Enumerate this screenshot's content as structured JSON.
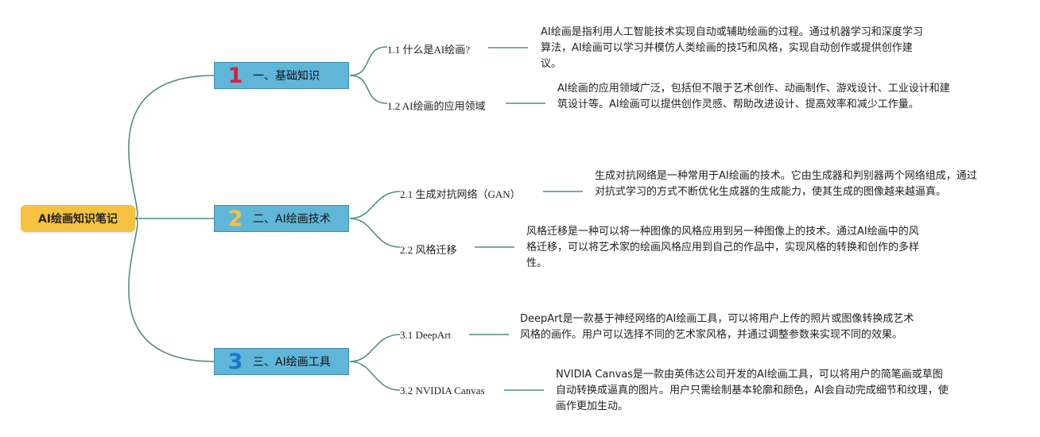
{
  "root": {
    "title": "AI绘画知识笔记"
  },
  "topics": [
    {
      "num": "1",
      "num_color": "#d8213c",
      "label": "一、基础知识",
      "subs": [
        {
          "label": "1.1 什么是AI绘画?",
          "desc": "AI绘画是指利用人工智能技术实现自动或辅助绘画的过程。通过机器学习和深度学习算法，AI绘画可以学习并模仿人类绘画的技巧和风格，实现自动创作或提供创作建议。"
        },
        {
          "label": "1.2 AI绘画的应用领域",
          "desc": "AI绘画的应用领域广泛，包括但不限于艺术创作、动画制作、游戏设计、工业设计和建筑设计等。AI绘画可以提供创作灵感、帮助改进设计、提高效率和减少工作量。"
        }
      ]
    },
    {
      "num": "2",
      "num_color": "#f4c23f",
      "label": "二、AI绘画技术",
      "subs": [
        {
          "label": "2.1 生成对抗网络（GAN）",
          "desc": "生成对抗网络是一种常用于AI绘画的技术。它由生成器和判别器两个网络组成，通过对抗式学习的方式不断优化生成器的生成能力，使其生成的图像越来越逼真。"
        },
        {
          "label": "2.2 风格迁移",
          "desc": "风格迁移是一种可以将一种图像的风格应用到另一种图像上的技术。通过AI绘画中的风格迁移，可以将艺术家的绘画风格应用到自己的作品中，实现风格的转换和创作的多样性。"
        }
      ]
    },
    {
      "num": "3",
      "num_color": "#1e78c8",
      "label": "三、AI绘画工具",
      "subs": [
        {
          "label": "3.1 DeepArt",
          "desc": "DeepArt是一款基于神经网络的AI绘画工具，可以将用户上传的照片或图像转换成艺术风格的画作。用户可以选择不同的艺术家风格，并通过调整参数来实现不同的效果。"
        },
        {
          "label": "3.2 NVIDIA Canvas",
          "desc": "NVIDIA Canvas是一款由英伟达公司开发的AI绘画工具，可以将用户的简笔画或草图自动转换成逼真的图片。用户只需绘制基本轮廓和颜色，AI会自动完成细节和纹理，使画作更加生动。"
        }
      ]
    }
  ],
  "colors": {
    "connector": "#4f8f7f",
    "root_bg": "#f4c23f",
    "topic_bg": "#5fb6d9"
  }
}
